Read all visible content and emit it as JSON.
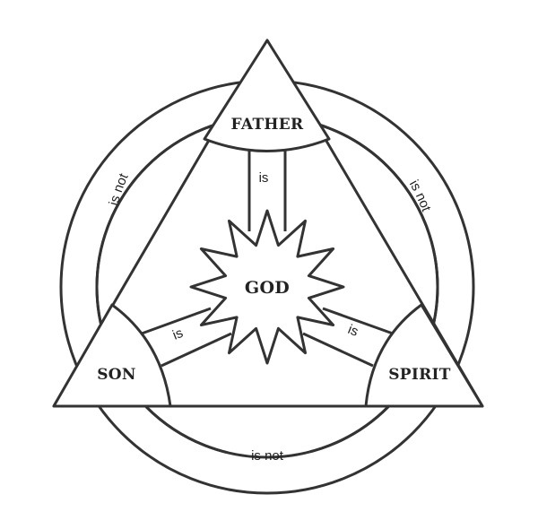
{
  "diagram": {
    "center": {
      "label": "GOD"
    },
    "nodes": {
      "father": {
        "label": "FATHER"
      },
      "son": {
        "label": "SON"
      },
      "spirit": {
        "label": "SPIRIT"
      }
    },
    "relations": {
      "father_god": "is",
      "son_god": "is",
      "spirit_god": "is",
      "father_son": "is not",
      "father_spirit": "is not",
      "son_spirit": "is not"
    }
  },
  "colors": {
    "stroke": "#333333",
    "background": "#ffffff",
    "text": "#222222"
  }
}
